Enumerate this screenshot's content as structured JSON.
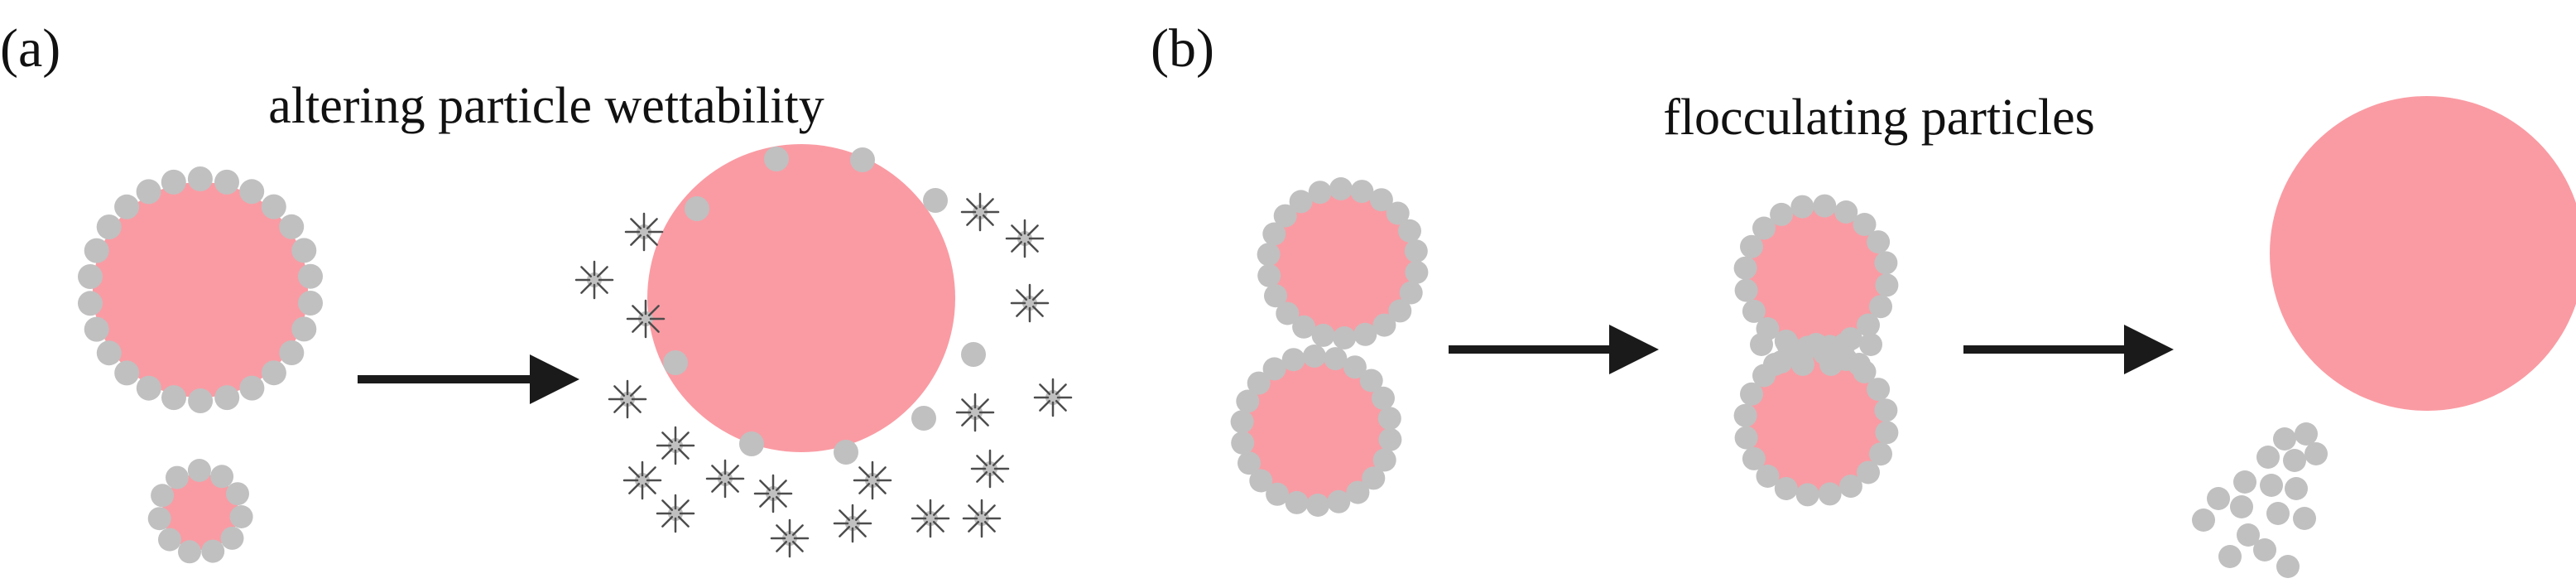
{
  "panels": [
    {
      "id": "a",
      "label": "(a)",
      "title": "altering particle wettability"
    },
    {
      "id": "b",
      "label": "(b)",
      "title": "flocculating particles"
    }
  ],
  "colors": {
    "droplet": "#FA9BA3",
    "particle": "#C0C0C0",
    "surfactant": "#4D4D4D",
    "arrow": "#1A1A1A",
    "text": "#111111"
  }
}
